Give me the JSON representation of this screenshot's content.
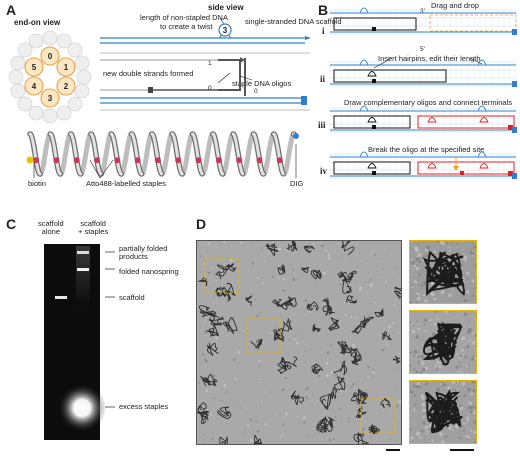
{
  "panels": {
    "A": {
      "letter": "A",
      "end_on_title": "end-on view",
      "side_title": "side view",
      "helix_numbers": [
        "0",
        "1",
        "2",
        "3",
        "4",
        "5"
      ],
      "label_nonstapled": "length of non-stapled DNA",
      "label_twist": "to create a twist",
      "label_twist_number": "3",
      "label_ssdna": "single-stranded DNA scaffold",
      "label_new_strands": "new double strands formed",
      "label_staple_oligos": "staple DNA oligos",
      "label_biotin": "biotin",
      "label_atto": "Atto488-labelled staples",
      "label_dig": "DIG",
      "helix_numbers_side": [
        "1",
        "0",
        "0"
      ]
    },
    "B": {
      "letter": "B",
      "steps": [
        {
          "roman": "i",
          "text": "Drag and drop",
          "three_prime": "3'",
          "five_prime": "5'"
        },
        {
          "roman": "ii",
          "text": "Insert hairpins, edit their length"
        },
        {
          "roman": "iii",
          "text": "Draw complementary oligos and connect terminals"
        },
        {
          "roman": "iv",
          "text": "Break the oligo at the specified site"
        }
      ]
    },
    "C": {
      "letter": "C",
      "lane1": "scaffold\nalone",
      "lane2": "scaffold\n+ staples",
      "band_labels": [
        "partially folded\nproducts",
        "folded nanospring",
        "scaffold",
        "excess staples"
      ]
    },
    "D": {
      "letter": "D"
    }
  },
  "colors": {
    "blue": "#2f7fd0",
    "red": "#e02020",
    "orange": "#f0a040",
    "yellow_dash": "#e8b400",
    "magenta": "#c8385a",
    "helix_fill": "#fde7c2",
    "helix_stroke": "#e8a24a",
    "grey": "#888888"
  }
}
